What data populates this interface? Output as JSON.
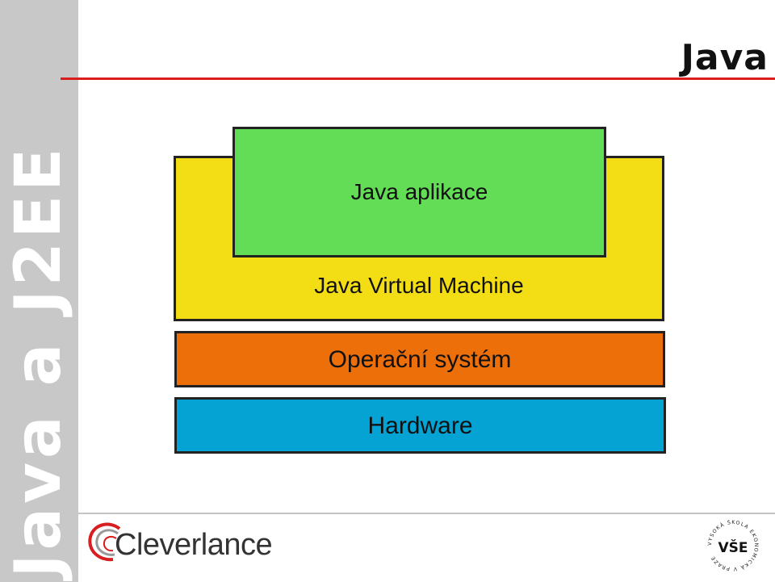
{
  "sidebar": {
    "text": "Java a J2EE"
  },
  "header": {
    "title": "Java"
  },
  "diagram": {
    "layers": {
      "application": "Java aplikace",
      "jvm": "Java Virtual Machine",
      "os": "Operační systém",
      "hardware": "Hardware"
    }
  },
  "footer": {
    "company_logo": "Cleverlance",
    "seal_text": "VYSOKÁ ŠKOLA EKONOMICKÁ V PRAZE",
    "seal_monogram": "VŠE"
  },
  "colors": {
    "application": "#62dd55",
    "jvm": "#f3de15",
    "os": "#ec6f0a",
    "hardware": "#05a3d4",
    "accent_rule": "#d81e1e"
  }
}
